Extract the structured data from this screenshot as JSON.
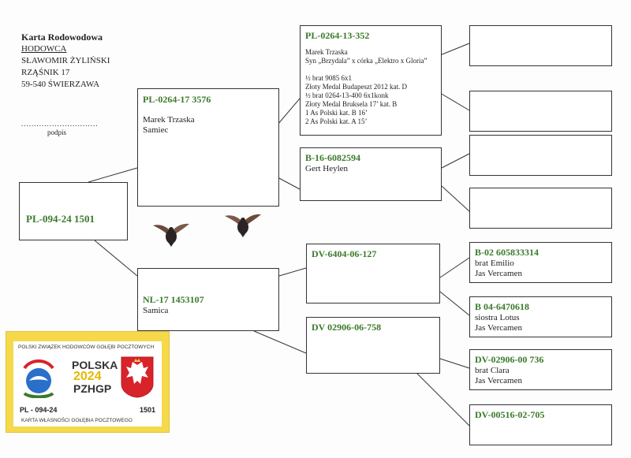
{
  "header": {
    "title": "Karta Rodowodowa",
    "hodowca_label": "HODOWCA",
    "name": "SŁAWOMIR ŻYLIŃSKI",
    "street": "RZĄŚNIK 17",
    "city": "59-540  ŚWIERZAWA",
    "dots": "..............................",
    "signature_label": "podpis"
  },
  "pigeon": {
    "ring": "PL-094-24 1501"
  },
  "father": {
    "ring": "PL-0264-17 3576",
    "lines": [
      "Marek Trzaska",
      "Samiec"
    ]
  },
  "mother": {
    "ring": "NL-17 1453107",
    "lines": [
      "Samica"
    ]
  },
  "ff": {
    "ring": "PL-0264-13-352",
    "lines": [
      "Marek Trzaska",
      "Syn „Brzydala” x córka „Elektro x Gloria”",
      "",
      "½ brat 9085 6x1",
      "Złoty Medal Budapeszt 2012 kat. D",
      "½ brat 0264-13-400 6x1konk",
      "Złoty Medal Bruksela 17’ kat. B",
      "1 As Polski kat. B 16’",
      "2 As Polski kat. A 15’"
    ]
  },
  "fm": {
    "ring": "B-16-6082594",
    "lines": [
      "Gert Heylen"
    ]
  },
  "mf": {
    "ring": "DV-6404-06-127",
    "lines": []
  },
  "mm": {
    "ring": "DV 02906-06-758",
    "lines": []
  },
  "mff": {
    "ring": "B-02 605833314",
    "lines": [
      "brat Emilio",
      "Jas Vercamen"
    ]
  },
  "mfm": {
    "ring": "B 04-6470618",
    "lines": [
      "siostra Lotus",
      "Jas Vercamen"
    ]
  },
  "mmf": {
    "ring": "DV-02906-00 736",
    "lines": [
      "brat Clara",
      "Jas Vercamen"
    ]
  },
  "mmm": {
    "ring": "DV-00516-02-705",
    "lines": []
  },
  "card": {
    "top": "POLSKI ZWIĄZEK HODOWCÓW GOŁĘBI POCZTOWYCH",
    "polska": "POLSKA",
    "year": "2024",
    "pzhgp": "PZHGP",
    "logo_text": "PZHGP",
    "ring_prefix": "PL - 094-24",
    "ring_number": "1501",
    "bottom": "KARTA  WŁASNOŚCI GOŁĘBIA POCZTOWEGO"
  },
  "colors": {
    "ring_green": "#3a7a2a",
    "card_yellow": "#f5d94a",
    "flag_red": "#d8232a"
  }
}
